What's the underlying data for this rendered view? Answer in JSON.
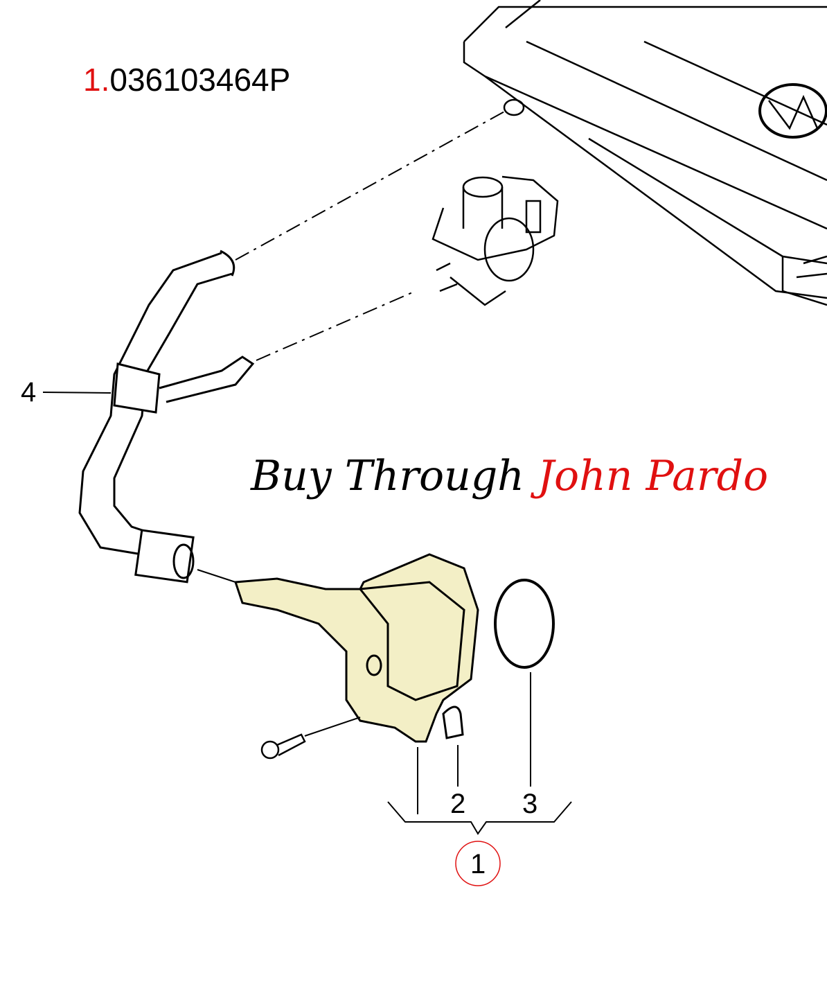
{
  "part_number": {
    "index": "1.",
    "number": "036103464P"
  },
  "callouts": {
    "c1": "1",
    "c2": "2",
    "c3": "3",
    "c4": "4"
  },
  "slogan": {
    "prefix": "Buy Through ",
    "name": "John Pardo"
  },
  "colors": {
    "accent": "#e01010",
    "part_fill": "#f3efc6"
  }
}
